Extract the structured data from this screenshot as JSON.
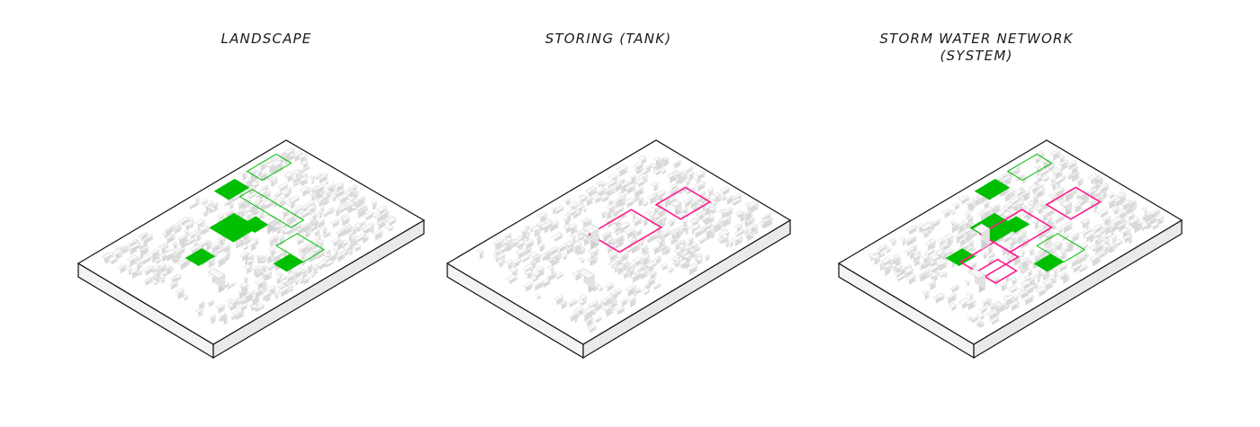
{
  "panels": [
    {
      "title_lines": [
        "LANDSCAPE"
      ]
    },
    {
      "title_lines": [
        "STORING (TANK)"
      ]
    },
    {
      "title_lines": [
        "STORM WATER NETWORK",
        "(SYSTEM)"
      ]
    }
  ],
  "colors": {
    "landscape": "#00bf00",
    "storage": "#ff1a8c",
    "building_top": "#fafafa",
    "building_side": "#d9d9d9",
    "outline": "#111111"
  }
}
